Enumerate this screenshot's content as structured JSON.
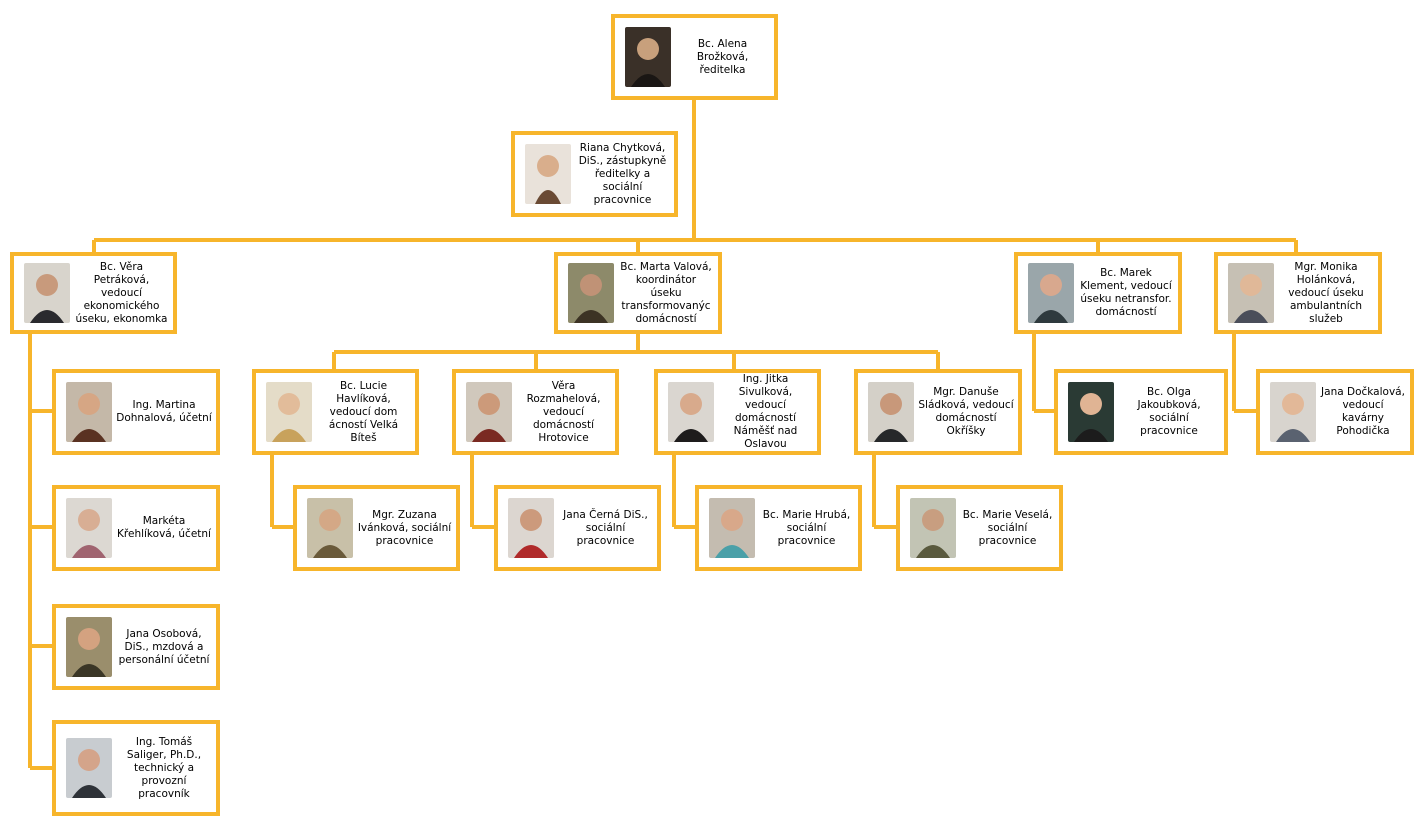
{
  "colors": {
    "border": "#f7b52b",
    "line": "#f7b52b",
    "text": "#000000"
  },
  "org": {
    "director": {
      "name": "Bc. Alena\nBrožková,\nředitelka"
    },
    "deputy": {
      "name": "Riana Chytková,\nDiS., zástupkyně\nředitelky a\nsociální\npracovnice"
    },
    "economic_head": {
      "name": "Bc. Věra\nPetráková,\nvedoucí\nekonomického\núseku, ekonomka"
    },
    "transform_head": {
      "name": "Bc. Marta Valová,\nkoordinátor\núseku\ntransformovanýc\ndomácností"
    },
    "nontransform_head": {
      "name": "Bc. Marek\nKlement, vedoucí\núseku netransfor.\ndomácností"
    },
    "ambulant_head": {
      "name": "Mgr. Monika\nHolánková,\nvedoucí úseku\nambulantních\nslužeb"
    },
    "economic_staff": [
      {
        "name": "Ing. Martina\nDohnalová, účetní"
      },
      {
        "name": "Markéta\nKřehlíková, účetní"
      },
      {
        "name": "Jana Osobová,\nDiS., mzdová a\npersonální účetní"
      },
      {
        "name": "Ing. Tomáš\nSaliger, Ph.D.,\ntechnický a\nprovozní\npracovník"
      }
    ],
    "household_heads": [
      {
        "name": "Bc. Lucie\nHavlíková,\nvedoucí dom\nácností Velká\nBíteš"
      },
      {
        "name": "Věra\nRozmahelová,\nvedoucí\ndomácností\nHrotovice"
      },
      {
        "name": "Ing. Jitka\nSivulková,\nvedoucí\ndomácností\nNáměšť nad\nOslavou"
      },
      {
        "name": "Mgr. Danuše\nSládková, vedoucí\ndomácností\nOkříšky"
      }
    ],
    "household_staff": [
      {
        "name": "Mgr. Zuzana\nIvánková, sociální\npracovnice"
      },
      {
        "name": "Jana Černá DiS.,\nsociální\npracovnice"
      },
      {
        "name": "Bc. Marie Hrubá,\nsociální\npracovnice"
      },
      {
        "name": "Bc. Marie Veselá,\nsociální\npracovnice"
      }
    ],
    "nontransform_staff": {
      "name": "Bc. Olga\nJakoubková,\nsociální\npracovnice"
    },
    "ambulant_staff": {
      "name": "Jana Dočkalová,\nvedoucí kavárny\nPohodička"
    }
  }
}
